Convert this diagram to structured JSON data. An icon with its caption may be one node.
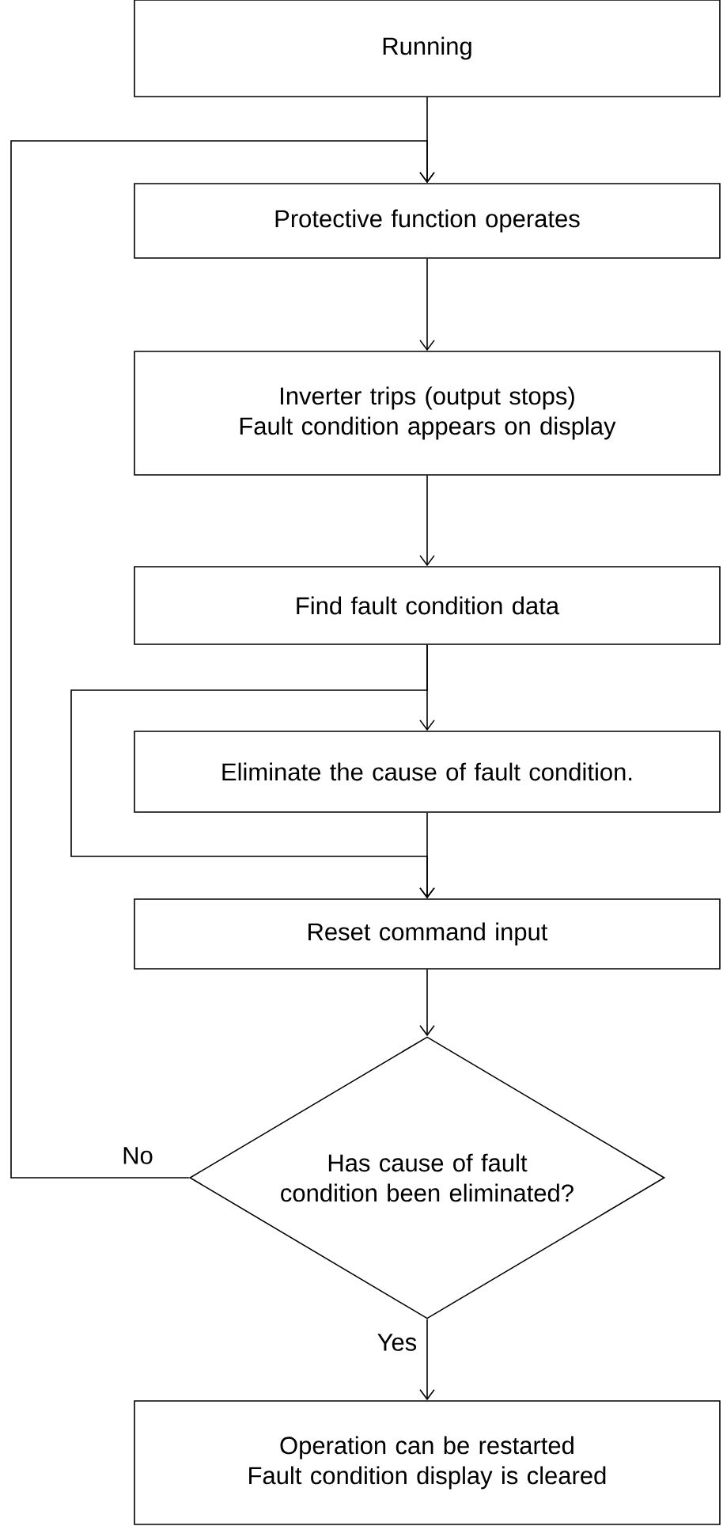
{
  "diagram": {
    "nodes": [
      {
        "text": [
          "Running"
        ]
      },
      {
        "text": [
          "Protective function operates"
        ]
      },
      {
        "text": [
          "Inverter trips (output stops)",
          "Fault condition appears on display"
        ]
      },
      {
        "text": [
          "Find fault condition data"
        ]
      },
      {
        "text": [
          "Eliminate the cause of fault condition."
        ]
      },
      {
        "text": [
          "Reset command input"
        ]
      },
      {
        "text": [
          "Has cause of fault condition been eliminated?"
        ]
      },
      {
        "text": [
          "Operation can be restarted",
          "Fault condition display is cleared"
        ]
      }
    ],
    "edges": [
      {
        "from": 0,
        "to": 1,
        "arrow": "to"
      },
      {
        "from": 1,
        "to": 2,
        "arrow": "to"
      },
      {
        "from": 2,
        "to": 3,
        "arrow": "to"
      },
      {
        "from": 3,
        "to": 4,
        "arrow": "to"
      },
      {
        "from": 3,
        "to": 5,
        "arrow": "to"
      },
      {
        "from": 4,
        "to": 5,
        "arrow": "to"
      },
      {
        "from": 5,
        "to": 6,
        "arrow": "to"
      },
      {
        "from": 6,
        "to": 7,
        "arrow": "to",
        "label": "Yes"
      },
      {
        "from": 6,
        "to": 1,
        "arrow": "to",
        "label": "No"
      }
    ]
  }
}
